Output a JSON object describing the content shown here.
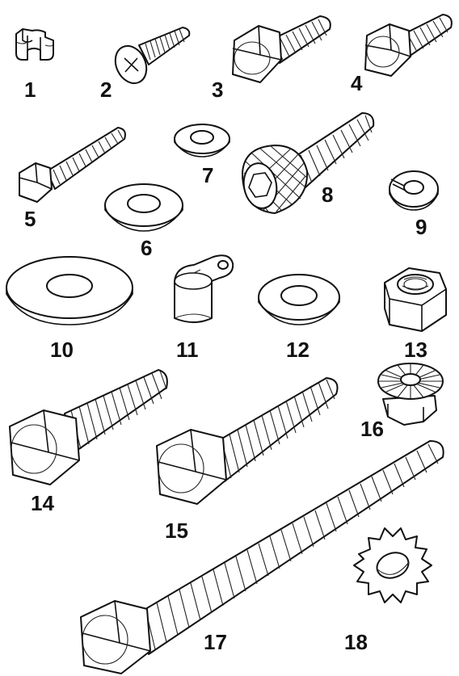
{
  "parts": [
    {
      "id": "part-1",
      "label": "1",
      "kind": "clip"
    },
    {
      "id": "part-2",
      "label": "2",
      "kind": "phillips-screw"
    },
    {
      "id": "part-3",
      "label": "3",
      "kind": "hex-bolt"
    },
    {
      "id": "part-4",
      "label": "4",
      "kind": "hex-bolt"
    },
    {
      "id": "part-5",
      "label": "5",
      "kind": "hex-bolt"
    },
    {
      "id": "part-6",
      "label": "6",
      "kind": "flat-washer"
    },
    {
      "id": "part-7",
      "label": "7",
      "kind": "flat-washer"
    },
    {
      "id": "part-8",
      "label": "8",
      "kind": "socket-cap-screw"
    },
    {
      "id": "part-9",
      "label": "9",
      "kind": "split-lock-washer"
    },
    {
      "id": "part-10",
      "label": "10",
      "kind": "flat-washer"
    },
    {
      "id": "part-11",
      "label": "11",
      "kind": "cable-clamp"
    },
    {
      "id": "part-12",
      "label": "12",
      "kind": "flat-washer"
    },
    {
      "id": "part-13",
      "label": "13",
      "kind": "hex-nut"
    },
    {
      "id": "part-14",
      "label": "14",
      "kind": "hex-bolt"
    },
    {
      "id": "part-15",
      "label": "15",
      "kind": "hex-bolt"
    },
    {
      "id": "part-16",
      "label": "16",
      "kind": "serrated-flange-nut"
    },
    {
      "id": "part-17",
      "label": "17",
      "kind": "hex-bolt"
    },
    {
      "id": "part-18",
      "label": "18",
      "kind": "star-lock-washer"
    }
  ]
}
